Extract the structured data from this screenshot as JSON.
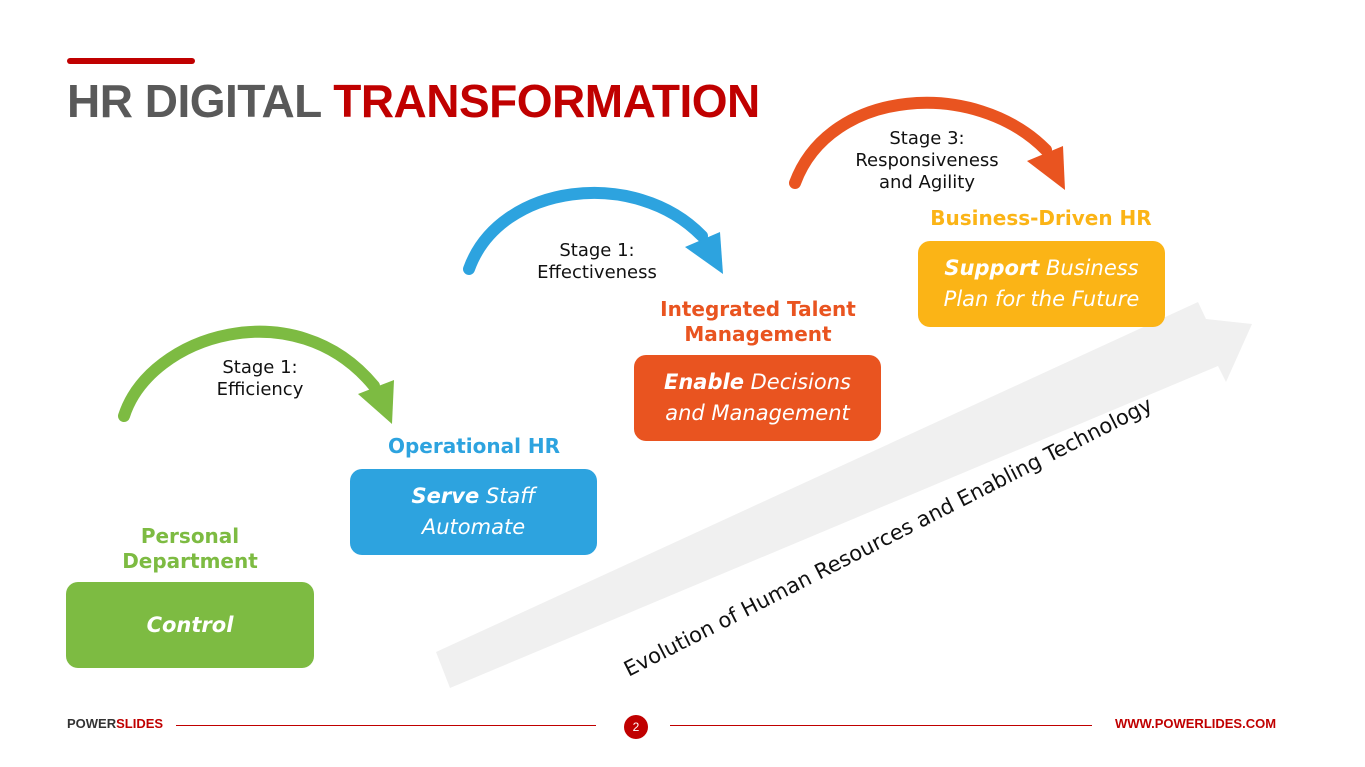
{
  "title": {
    "part1": "HR DIGITAL ",
    "part2": "TRANSFORMATION"
  },
  "colors": {
    "green": "#7dbb42",
    "blue": "#2da3df",
    "orange": "#e95420",
    "yellow": "#fbb416",
    "red": "#c00000",
    "gray_arrow": "#f0f0f0"
  },
  "stages": [
    {
      "label_line1": "Stage 1:",
      "label_line2": "Efficiency",
      "label_line3": ""
    },
    {
      "label_line1": "Stage 1:",
      "label_line2": "Effectiveness",
      "label_line3": ""
    },
    {
      "label_line1": "Stage 3:",
      "label_line2": "Responsiveness",
      "label_line3": "and Agility"
    }
  ],
  "steps": [
    {
      "heading_line1": "Personal",
      "heading_line2": "Department",
      "box_bold": "Control",
      "box_rest": "",
      "box_line2": ""
    },
    {
      "heading_line1": "Operational HR",
      "heading_line2": "",
      "box_bold": "Serve",
      "box_rest": " Staff",
      "box_line2": "Automate"
    },
    {
      "heading_line1": "Integrated Talent",
      "heading_line2": "Management",
      "box_bold": "Enable",
      "box_rest": " Decisions",
      "box_line2": "and Management"
    },
    {
      "heading_line1": "Business-Driven HR",
      "heading_line2": "",
      "box_bold": "Support",
      "box_rest": " Business",
      "box_line2": "Plan for the Future"
    }
  ],
  "evolution_text": "Evolution of Human Resources and Enabling Technology",
  "footer": {
    "brand_part1": "POWER",
    "brand_part2": "SLIDES",
    "page_number": "2",
    "website": "WWW.POWERLIDES.COM"
  }
}
